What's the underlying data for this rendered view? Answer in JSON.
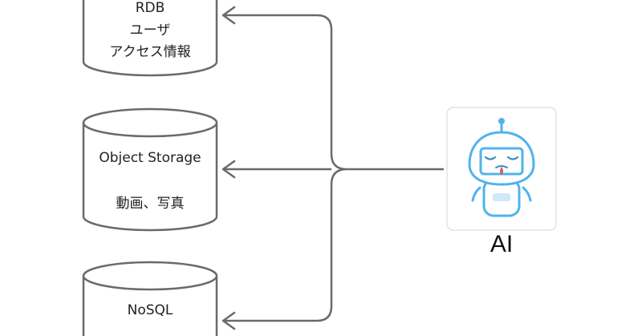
{
  "databases": [
    {
      "id": "rdb",
      "lines": [
        "RDB",
        "ユーザ",
        "アクセス情報"
      ]
    },
    {
      "id": "object-storage",
      "lines": [
        "Object Storage",
        "動画、写真"
      ]
    },
    {
      "id": "nosql",
      "lines": [
        "NoSQL"
      ]
    }
  ],
  "ai": {
    "label": "AI",
    "icon": "sad-robot-icon"
  },
  "colors": {
    "line": "#6a6a6a",
    "robot": "#4fb3ee",
    "tear": "#e3574f",
    "card_border": "#dcdcdc"
  }
}
